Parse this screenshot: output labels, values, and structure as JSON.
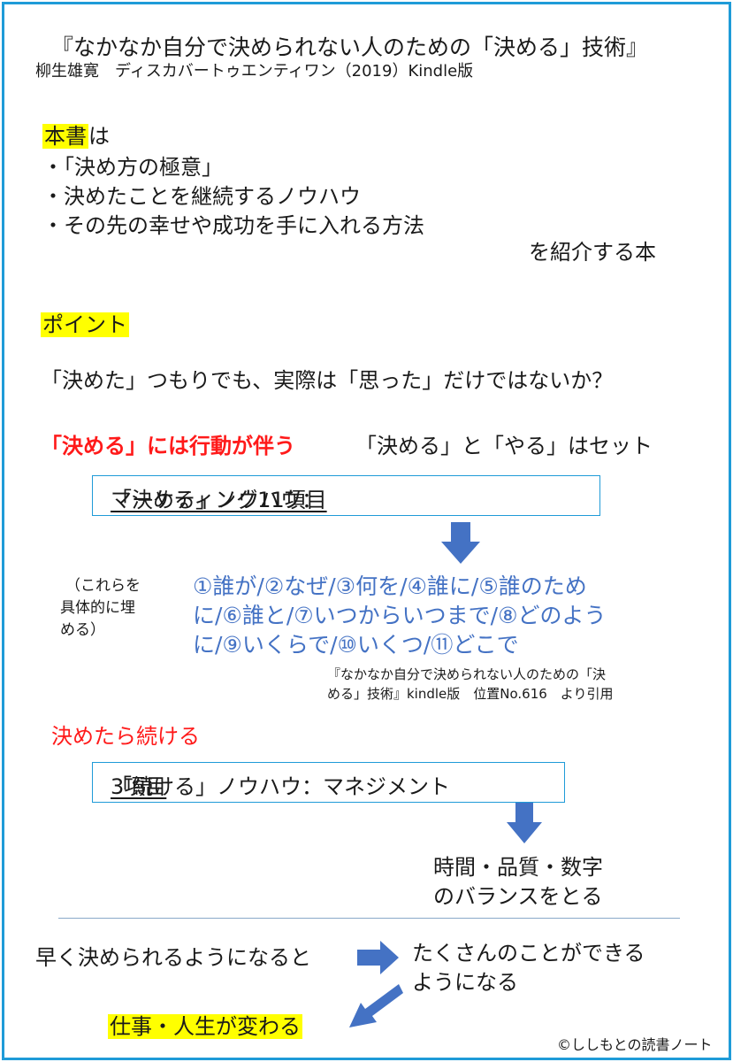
{
  "header": {
    "title": "『なかなか自分で決められない人のための「決める」技術』",
    "subtitle": "柳生雄寛　ディスカバートゥエンティワン（2019）Kindle版"
  },
  "intro": {
    "highlight": "本書",
    "tail": "は",
    "items": [
      "・「決め方の極意」",
      "・決めたことを継続するノウハウ",
      "・その先の幸せや成功を手に入れる方法"
    ],
    "conclusion": "を紹介する本"
  },
  "point": {
    "label": "ポイント",
    "question": "「決めた」つもりでも、実際は「思った」だけではないか？"
  },
  "decide": {
    "red_heading": "「決める」には行動が伴う",
    "set_text": "「決める」と「やる」はセット",
    "box_prefix": "「決める」ノウハウ：",
    "box_underlined": "マーケティング11項目",
    "side_note": [
      "（これらを",
      "具体的に埋",
      "める）"
    ],
    "items": [
      "①誰が/②なぜ/③何を/④誰に/⑤誰のため",
      "に/⑥誰と/⑦いつからいつまで/⑧どのよう",
      "に/⑨いくらで/⑩いくつ/⑪どこで"
    ],
    "citation": [
      "『なかなか自分で決められない人のための「決",
      "める」技術』kindle版　位置No.616　より引用"
    ]
  },
  "continue": {
    "red_heading": "決めたら続ける",
    "box_prefix": "「続ける」ノウハウ：マネジメント",
    "box_underlined": "3項目",
    "result": [
      "時間・品質・数字",
      "のバランスをとる"
    ]
  },
  "bottom": {
    "left": "早く決められるようになると",
    "right": [
      "たくさんのことができる",
      "ようになる"
    ],
    "final": "仕事・人生が変わる",
    "credit": "©ししもとの読書ノート"
  },
  "colors": {
    "frame": "#1f9bd8",
    "highlight": "#ffff00",
    "red": "#ff1a1a",
    "blue_text": "#4472c4",
    "arrow": "#4472c4"
  }
}
